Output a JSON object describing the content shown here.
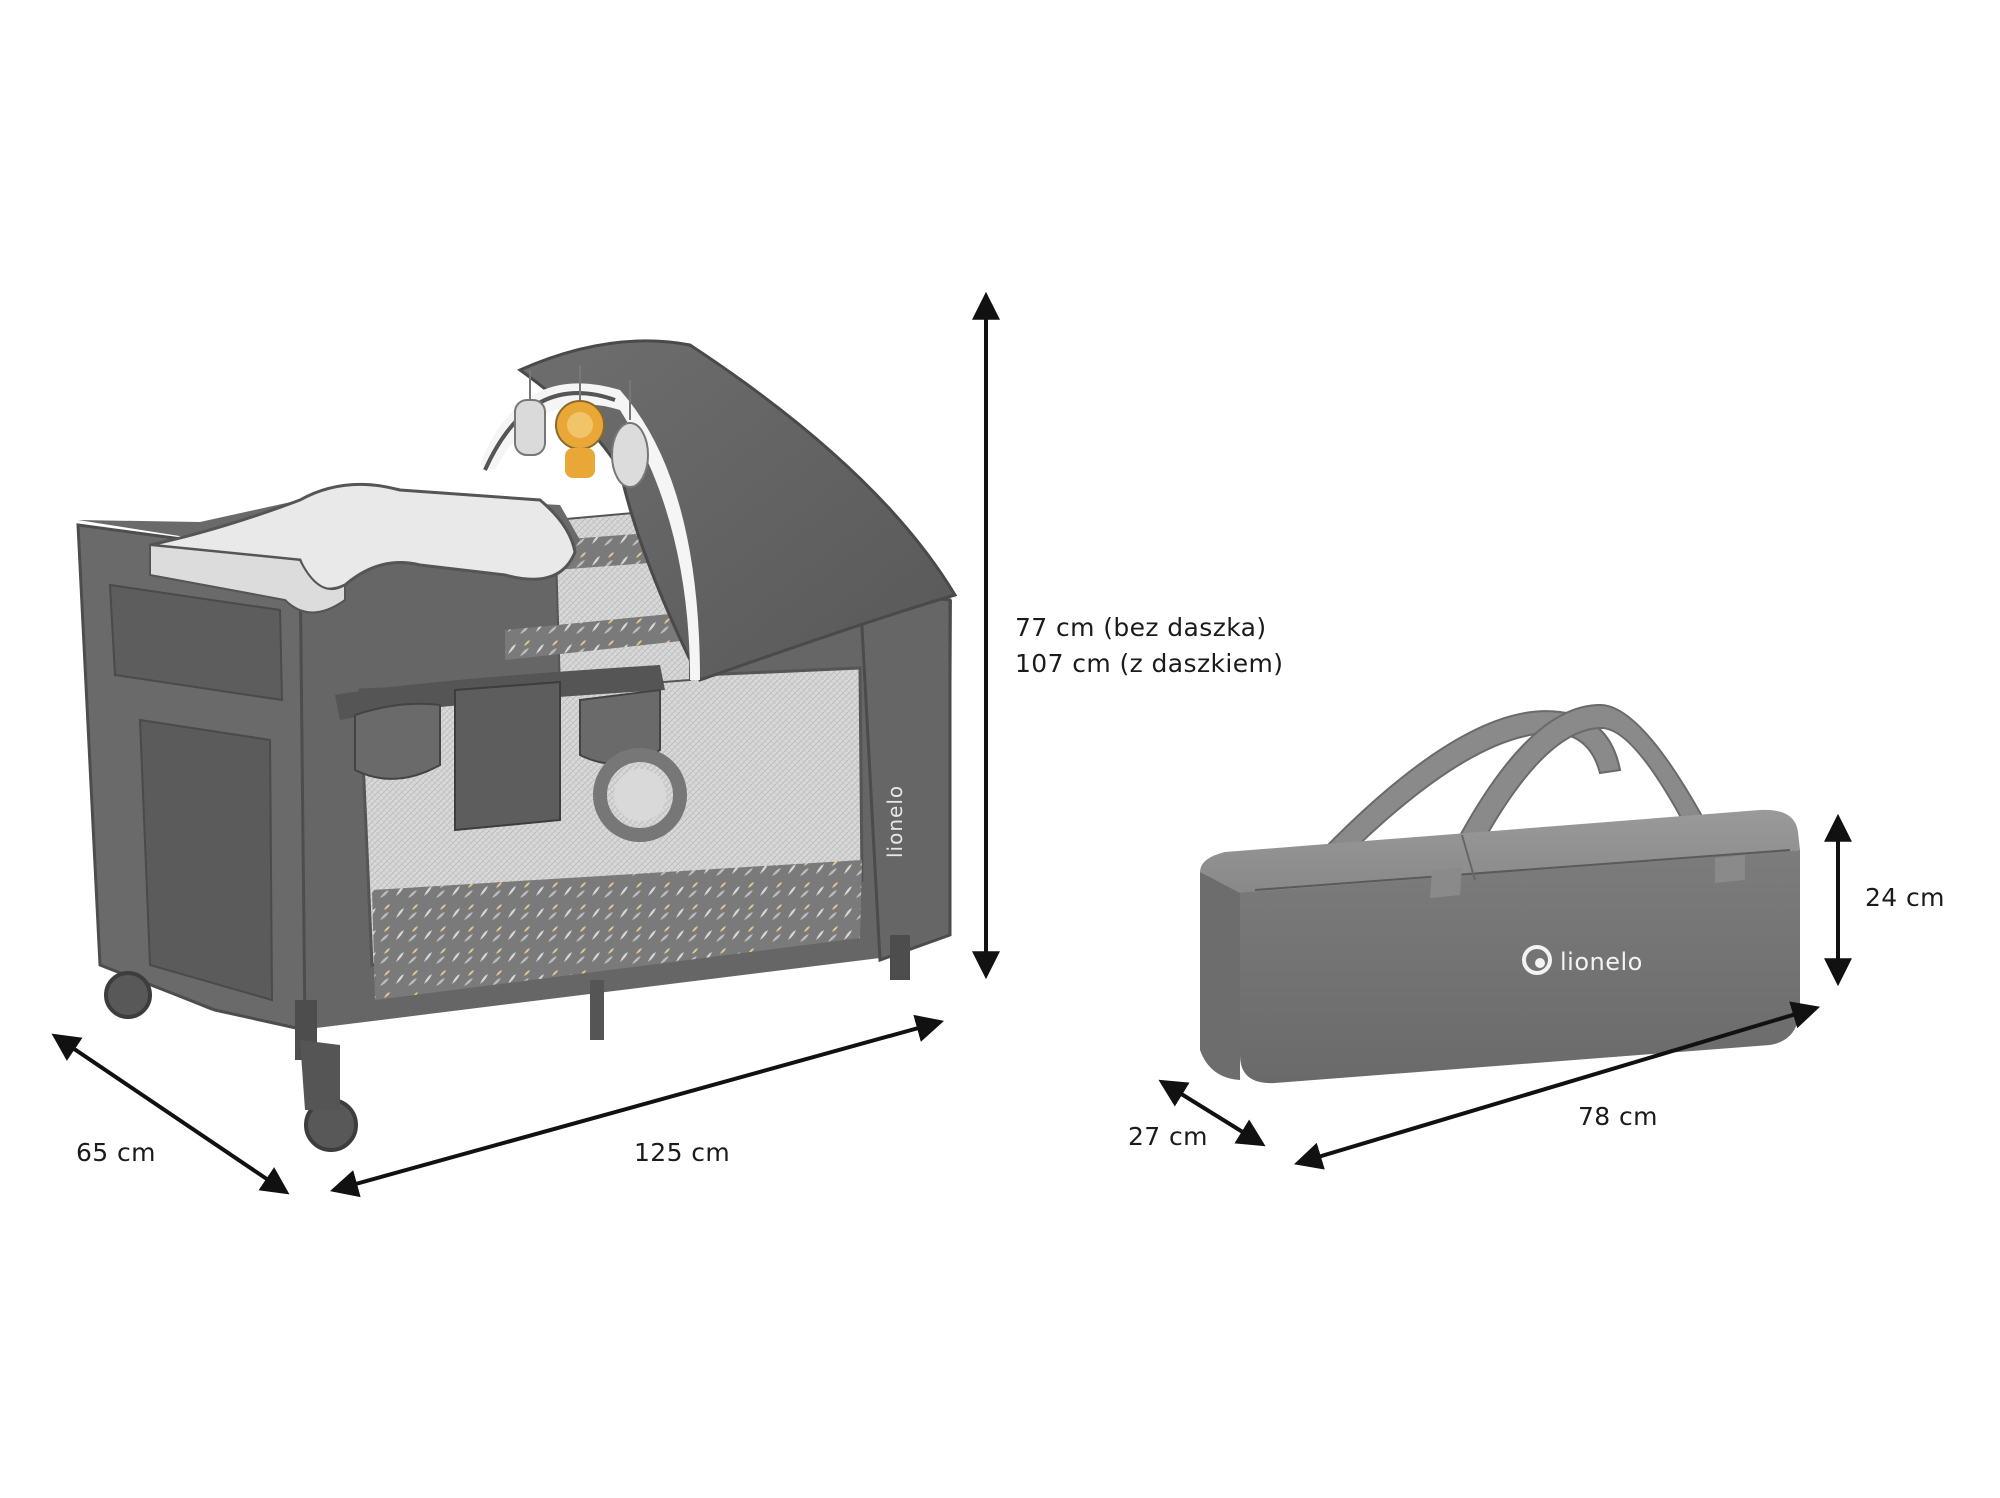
{
  "crib": {
    "brand": "lionelo",
    "dims": {
      "depth": "65 cm",
      "width": "125 cm",
      "height_no_canopy": "77 cm (bez daszka)",
      "height_with_canopy": "107 cm (z daszkiem)"
    }
  },
  "bag": {
    "brand": "lionelo",
    "dims": {
      "depth": "27 cm",
      "width": "78 cm",
      "height": "24 cm"
    }
  },
  "colors": {
    "frame": "#5f5f5f",
    "fabric": "#6b6b6b",
    "mesh": "#cfcfcf",
    "changer": "#e9e9e9",
    "bag": "#777777",
    "arrow": "#111111",
    "toy_accent": "#e8a737"
  }
}
